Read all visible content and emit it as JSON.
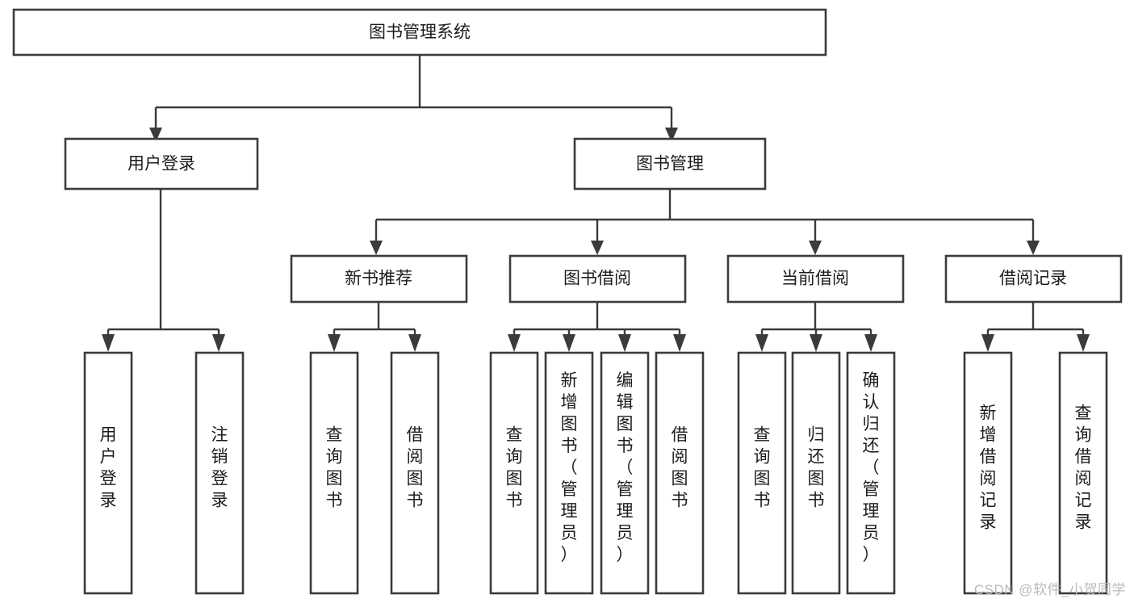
{
  "diagram": {
    "type": "tree",
    "title": "图书管理系统",
    "watermark": "CSDN @软件_小贺同学",
    "style": {
      "box_fill": "#ffffff",
      "box_stroke": "#3b3b3b",
      "text_color": "#1c1c1c",
      "watermark_color": "#b9b9b9"
    },
    "nodes": {
      "root": {
        "label": "图书管理系统",
        "level": 0
      },
      "l1": [
        {
          "id": "user-login",
          "label": "用户登录",
          "level": 1
        },
        {
          "id": "book-manage",
          "label": "图书管理",
          "level": 1
        }
      ],
      "l2": [
        {
          "id": "new-book-rec",
          "label": "新书推荐",
          "level": 2,
          "parent": "book-manage"
        },
        {
          "id": "book-borrow",
          "label": "图书借阅",
          "level": 2,
          "parent": "book-manage"
        },
        {
          "id": "current-borrow",
          "label": "当前借阅",
          "level": 2,
          "parent": "book-manage"
        },
        {
          "id": "borrow-record",
          "label": "借阅记录",
          "level": 2,
          "parent": "book-manage"
        }
      ],
      "leaves": [
        {
          "id": "leaf-user-login",
          "label": "用户登录",
          "parent": "user-login"
        },
        {
          "id": "leaf-logout",
          "label": "注销登录",
          "parent": "user-login"
        },
        {
          "id": "leaf-query-book-1",
          "label": "查询图书",
          "parent": "new-book-rec"
        },
        {
          "id": "leaf-borrow-book-1",
          "label": "借阅图书",
          "parent": "new-book-rec"
        },
        {
          "id": "leaf-query-book-2",
          "label": "查询图书",
          "parent": "book-borrow"
        },
        {
          "id": "leaf-add-book",
          "label": "新增图书（管理员）",
          "parent": "book-borrow"
        },
        {
          "id": "leaf-edit-book",
          "label": "编辑图书（管理员）",
          "parent": "book-borrow"
        },
        {
          "id": "leaf-borrow-book-2",
          "label": "借阅图书",
          "parent": "book-borrow"
        },
        {
          "id": "leaf-query-book-3",
          "label": "查询图书",
          "parent": "current-borrow"
        },
        {
          "id": "leaf-return-book",
          "label": "归还图书",
          "parent": "current-borrow"
        },
        {
          "id": "leaf-confirm-return",
          "label": "确认归还（管理员）",
          "parent": "current-borrow"
        },
        {
          "id": "leaf-add-record",
          "label": "新增借阅记录",
          "parent": "borrow-record"
        },
        {
          "id": "leaf-query-record",
          "label": "查询借阅记录",
          "parent": "borrow-record"
        }
      ]
    }
  }
}
